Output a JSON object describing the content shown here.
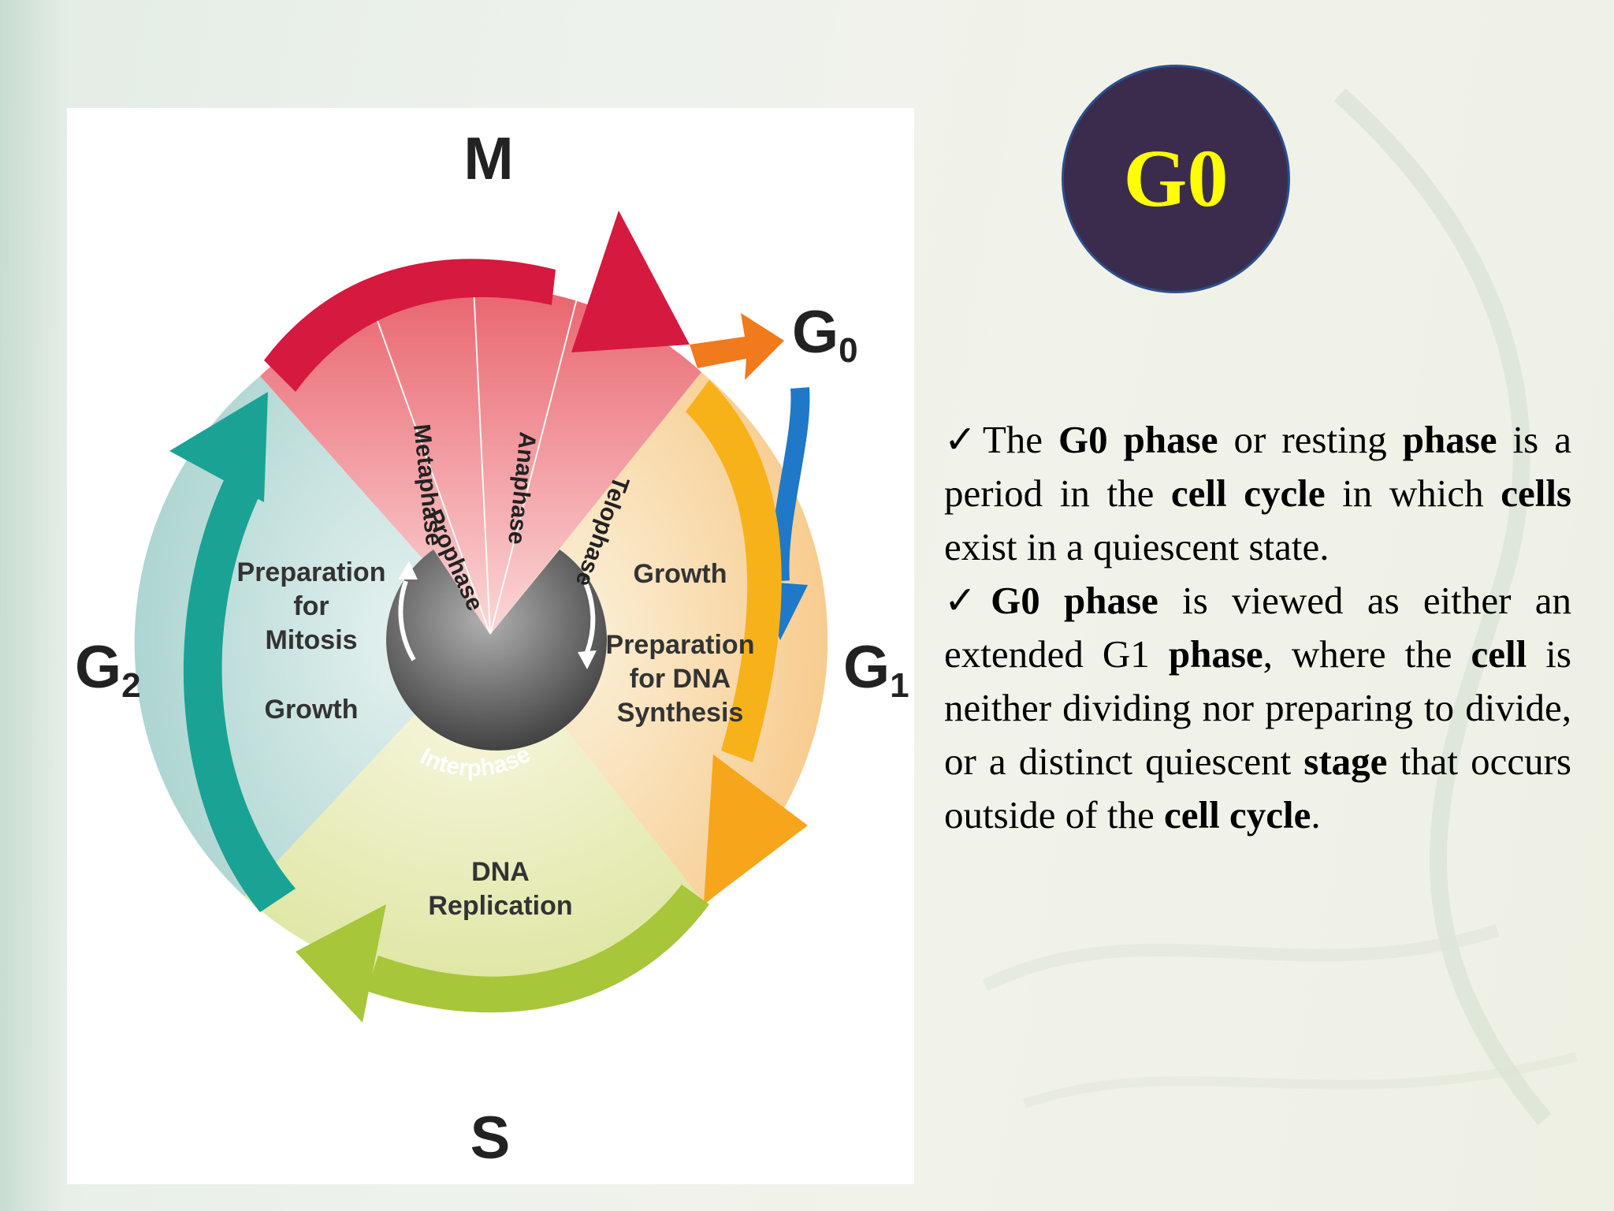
{
  "slide": {
    "badge": {
      "label": "G0",
      "background": "#3b2c4e",
      "text_color": "#ffff00"
    },
    "diagram": {
      "phases": {
        "m": "M",
        "g0": "G",
        "g0_sub": "0",
        "g1": "G",
        "g1_sub": "1",
        "g2": "G",
        "g2_sub": "2",
        "s": "S"
      },
      "mitosis_stages": [
        "Prophase",
        "Metaphase",
        "Anaphase",
        "Telophase"
      ],
      "g2_sector": {
        "line1": "Preparation",
        "line2": "for",
        "line3": "Mitosis",
        "line4": "Growth"
      },
      "g1_sector": {
        "line1": "Growth",
        "line2": "Preparation",
        "line3": "for DNA",
        "line4": "Synthesis"
      },
      "s_sector": {
        "line1": "DNA",
        "line2": "Replication"
      },
      "center": "Interphase",
      "colors": {
        "m": "#d6193f",
        "g0": "#f07a1c",
        "g1": "#f7b21a",
        "g2": "#1aa394",
        "s": "#a7c63a",
        "g0_to_g1": "#1f78c8"
      }
    },
    "bullets": [
      {
        "check": "✓",
        "parts": [
          {
            "t": "The ",
            "b": false
          },
          {
            "t": "G0",
            "b": true
          },
          {
            "t": " ",
            "b": false
          },
          {
            "t": "phase",
            "b": true
          },
          {
            "t": " or resting ",
            "b": false
          },
          {
            "t": "phase",
            "b": true
          },
          {
            "t": " is a period in the ",
            "b": false
          },
          {
            "t": "cell cycle",
            "b": true
          },
          {
            "t": " in which ",
            "b": false
          },
          {
            "t": "cells",
            "b": true
          },
          {
            "t": " exist in a quiescent state.",
            "b": false
          }
        ]
      },
      {
        "check": "✓",
        "parts": [
          {
            "t": "G0 phase",
            "b": true
          },
          {
            "t": " is viewed as either an extended G1 ",
            "b": false
          },
          {
            "t": "phase",
            "b": true
          },
          {
            "t": ", where the ",
            "b": false
          },
          {
            "t": "cell",
            "b": true
          },
          {
            "t": " is neither dividing nor preparing to divide, or a distinct quiescent ",
            "b": false
          },
          {
            "t": "stage",
            "b": true
          },
          {
            "t": " that occurs outside of the ",
            "b": false
          },
          {
            "t": "cell cycle",
            "b": true
          },
          {
            "t": ".",
            "b": false
          }
        ]
      }
    ]
  }
}
